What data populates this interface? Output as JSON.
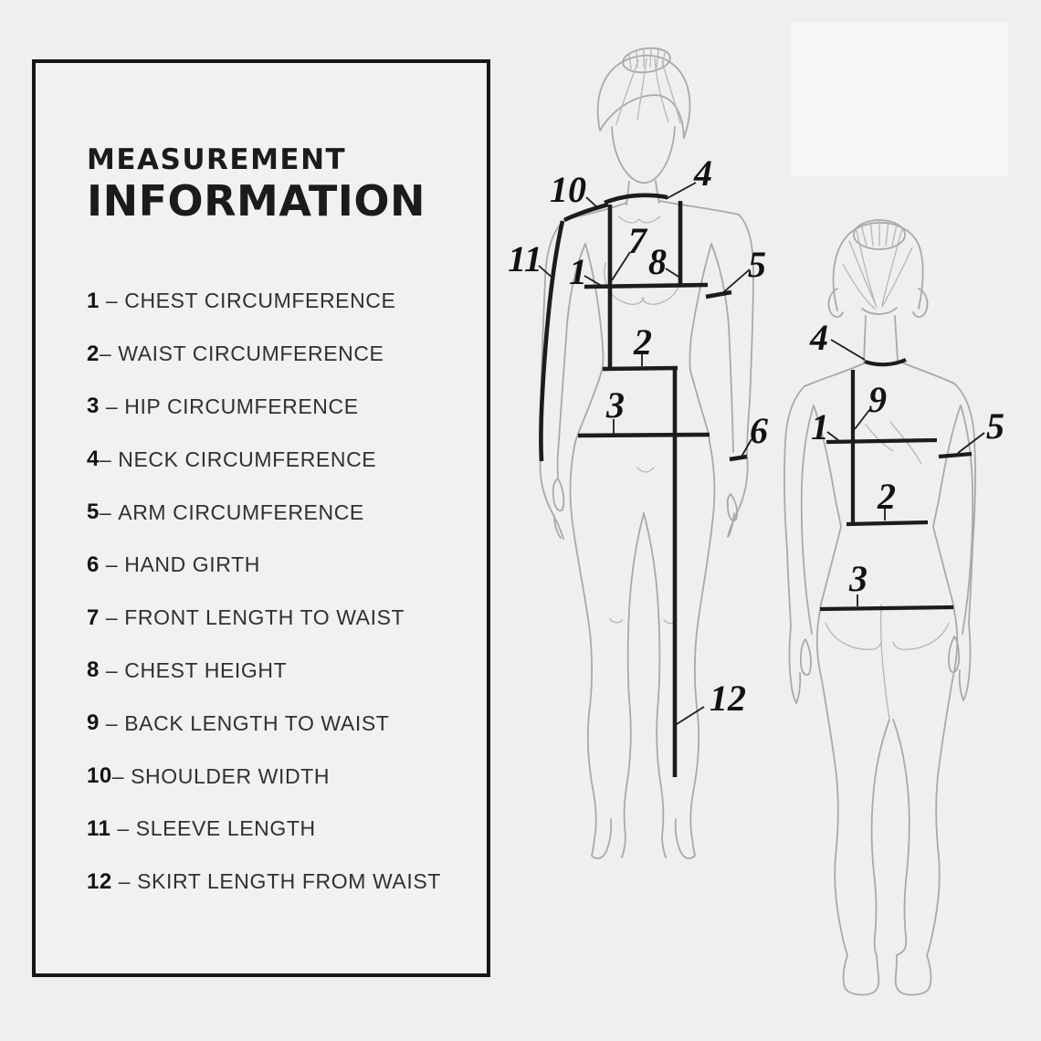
{
  "panel": {
    "title_line1": "MEASUREMENT",
    "title_line2": "INFORMATION",
    "items": [
      {
        "num": "1",
        "sep": " – ",
        "label": "CHEST CIRCUMFERENCE"
      },
      {
        "num": "2",
        "sep": "– ",
        "label": "WAIST CIRCUMFERENCE"
      },
      {
        "num": "3",
        "sep": " – ",
        "label": "HIP CIRCUMFERENCE"
      },
      {
        "num": "4",
        "sep": "– ",
        "label": "NECK CIRCUMFERENCE"
      },
      {
        "num": "5",
        "sep": "– ",
        "label": "ARM CIRCUMFERENCE"
      },
      {
        "num": "6",
        "sep": " – ",
        "label": "HAND GIRTH"
      },
      {
        "num": "7",
        "sep": " – ",
        "label": "FRONT LENGTH TO WAIST"
      },
      {
        "num": "8",
        "sep": " – ",
        "label": "CHEST HEIGHT"
      },
      {
        "num": "9",
        "sep": " – ",
        "label": "BACK LENGTH TO WAIST"
      },
      {
        "num": "10",
        "sep": "– ",
        "label": "SHOULDER WIDTH"
      },
      {
        "num": "11",
        "sep": " – ",
        "label": "SLEEVE LENGTH"
      },
      {
        "num": "12",
        "sep": " – ",
        "label": "SKIRT LENGTH FROM WAIST"
      }
    ]
  },
  "figures": {
    "front_view": {
      "description": "female figure, front view",
      "callouts": {
        "shoulder_width": "10",
        "neck": "4",
        "sleeve_length": "11",
        "front_length": "7",
        "chest": "1",
        "chest_height": "8",
        "arm": "5",
        "waist": "2",
        "hip": "3",
        "hand_girth": "6",
        "skirt_length": "12"
      }
    },
    "back_view": {
      "description": "female figure, back view",
      "callouts": {
        "neck": "4",
        "back_length": "9",
        "chest": "1",
        "arm": "5",
        "waist": "2",
        "hip": "3"
      }
    }
  },
  "colors": {
    "background": "#f0eff0",
    "panel_border": "#161616",
    "ink": "#1c1c1c",
    "figure_outline": "#a9a9a9",
    "highlight_rect": "#f6f6f7"
  }
}
